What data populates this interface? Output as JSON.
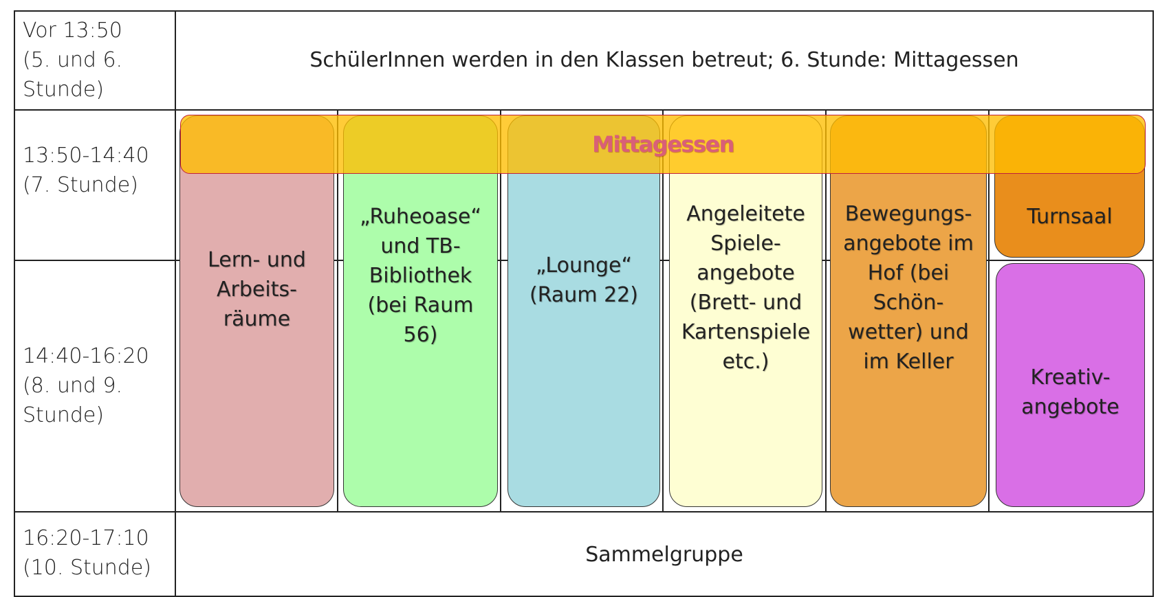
{
  "rows": [
    {
      "time": "Vor 13:50\n(5. und 6.\nStunde)"
    },
    {
      "time": "13:50-14:40\n(7. Stunde)"
    },
    {
      "time": "14:40-16:20\n(8. und 9.\nStunde)"
    },
    {
      "time": "16:20-17:10\n(10. Stunde)"
    }
  ],
  "top_banner": "SchülerInnen werden in den Klassen betreut; 6. Stunde: Mittagessen",
  "bottom_banner": "Sammelgruppe",
  "overlay_label": "Mittagessen",
  "activities": [
    {
      "label": "Lern- und\nArbeits-\nräume",
      "color": "#e1aeae"
    },
    {
      "label": "„Ruheoase“\nund TB-\nBibliothek\n(bei Raum\n56)",
      "color": "#adfdab"
    },
    {
      "label": "„Lounge“\n(Raum 22)",
      "color": "#a9dce2"
    },
    {
      "label": "Angeleitete\nSpiele-\nangebote\n(Brett- und\nKartenspiele\netc.)",
      "color": "#fefed3"
    },
    {
      "label": "Bewegungs-\nangebote im\nHof (bei\nSchön-\nwetter) und\nim Keller",
      "color": "#eca548"
    },
    {
      "label": "Turnsaal",
      "color": "#e98e1c"
    },
    {
      "label": "Kreativ-\nangebote",
      "color": "#d96fe6"
    }
  ]
}
